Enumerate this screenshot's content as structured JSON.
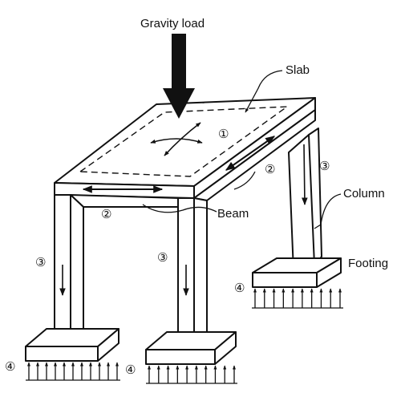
{
  "labels": {
    "gravity_load": "Gravity load",
    "slab": "Slab",
    "column": "Column",
    "beam": "Beam",
    "footing": "Footing"
  },
  "step_markers": {
    "slab": "①",
    "beam_right": "②",
    "beam_front": "②",
    "column_right": "③",
    "column_left": "③",
    "column_middle": "③",
    "footing_right": "④",
    "footing_left": "④",
    "footing_middle": "④"
  }
}
